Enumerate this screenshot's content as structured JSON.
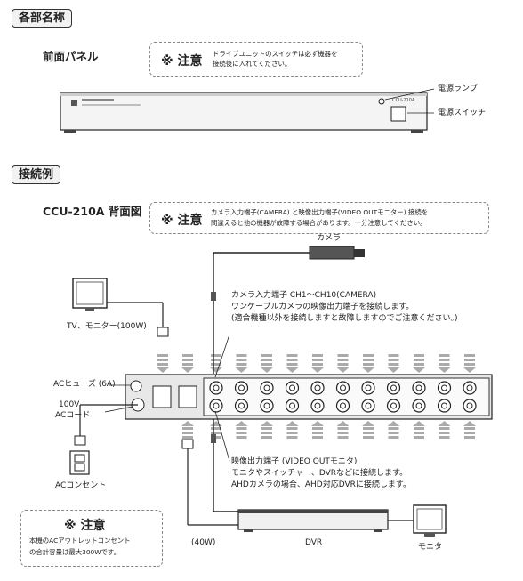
{
  "section1": {
    "title": "各部名称"
  },
  "front_panel": {
    "label": "前面パネル",
    "note_mark": "※ 注意",
    "note_text": [
      "ドライブユニットのスイッチは必ず機器を",
      "接続後に入れてください。"
    ],
    "power_lamp": "電源ランプ",
    "power_switch": "電源スイッチ",
    "model_text": "CCU-210A"
  },
  "section2": {
    "title": "接続例"
  },
  "rear": {
    "label": "CCU-210A 背面図",
    "note_mark": "※ 注意",
    "note_text": [
      "カメラ入力端子(CAMERA) と映像出力端子(VIDEO OUTモニター) 接続を",
      "間違えると他の機器が故障する場合があります。十分注意してください。"
    ]
  },
  "labels": {
    "camera": "カメラ",
    "tv": "TV、モニター(100W)",
    "camera_input": [
      "カメラ入力端子 CH1～CH10(CAMERA)",
      "ワンケーブルカメラの映像出力端子を接続します。",
      "(適合機種以外を接続しますと故障しますのでご注意ください。)"
    ],
    "fuse": "ACヒューズ (6A)",
    "ac_cord": [
      "100V",
      "ACコード"
    ],
    "outlet": "ACコンセント",
    "video_output": [
      "映像出力端子 (VIDEO OUTモニタ)",
      "モニタやスイッチャー、DVRなどに接続します。",
      "AHDカメラの場合、AHD対応DVRに接続します。"
    ],
    "watt40": "(40W)",
    "dvr": "DVR",
    "monitor": "モニタ"
  },
  "bottom_note": {
    "mark": "※ 注意",
    "text": [
      "本機のACアウトレットコンセント",
      "の合計容量は最大300Wです。"
    ]
  },
  "colors": {
    "line": "#222222",
    "arrow": "#aaaaaa",
    "panel": "#e8e8e8"
  }
}
